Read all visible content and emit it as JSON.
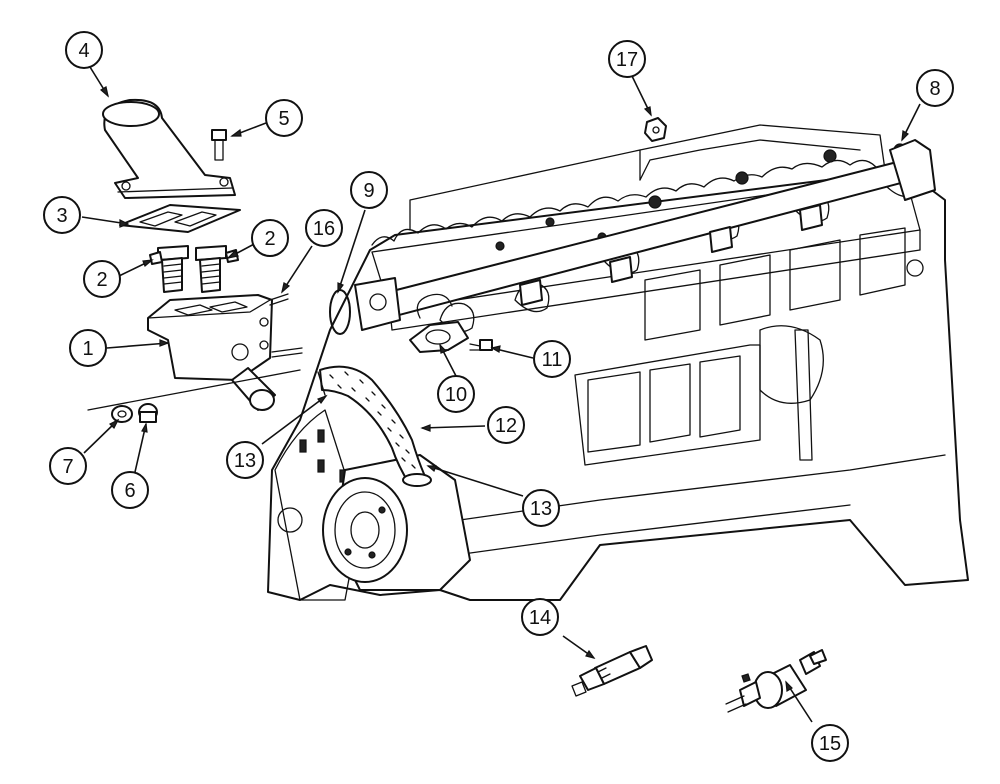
{
  "callouts": [
    {
      "id": "c1",
      "label": "1"
    },
    {
      "id": "c2a",
      "label": "2"
    },
    {
      "id": "c2b",
      "label": "2"
    },
    {
      "id": "c3",
      "label": "3"
    },
    {
      "id": "c4",
      "label": "4"
    },
    {
      "id": "c5",
      "label": "5"
    },
    {
      "id": "c6",
      "label": "6"
    },
    {
      "id": "c7",
      "label": "7"
    },
    {
      "id": "c8",
      "label": "8"
    },
    {
      "id": "c9",
      "label": "9"
    },
    {
      "id": "c10",
      "label": "10"
    },
    {
      "id": "c11",
      "label": "11"
    },
    {
      "id": "c12",
      "label": "12"
    },
    {
      "id": "c13a",
      "label": "13"
    },
    {
      "id": "c13b",
      "label": "13"
    },
    {
      "id": "c14",
      "label": "14"
    },
    {
      "id": "c15",
      "label": "15"
    },
    {
      "id": "c16",
      "label": "16"
    },
    {
      "id": "c17",
      "label": "17"
    }
  ]
}
